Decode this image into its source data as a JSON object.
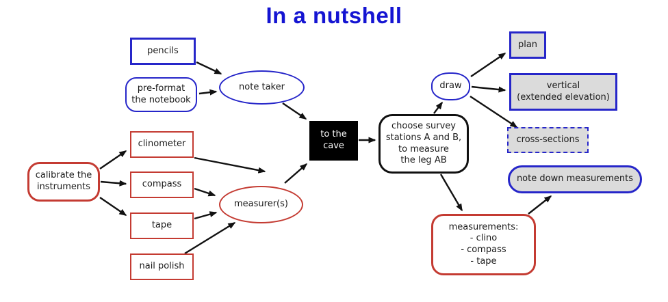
{
  "title": {
    "text": "In a nutshell"
  },
  "palette": {
    "blue_border": "#2626c9",
    "red_border": "#c43b32",
    "title_blue": "#1414d2",
    "gray_fill": "#dbdbdb",
    "black_box": "#000000",
    "arrow_black": "#111111"
  },
  "nodes": {
    "pencils": {
      "label": "pencils"
    },
    "preformat_notebook": {
      "label": "pre-format\nthe notebook"
    },
    "note_taker": {
      "label": "note taker"
    },
    "calibrate_instruments": {
      "label": "calibrate the\ninstruments"
    },
    "clinometer": {
      "label": "clinometer"
    },
    "compass": {
      "label": "compass"
    },
    "tape": {
      "label": "tape"
    },
    "nail_polish": {
      "label": "nail polish"
    },
    "measurers": {
      "label": "measurer(s)"
    },
    "to_the_cave": {
      "label": "to the\ncave"
    },
    "choose_survey": {
      "label": "choose survey\nstations A and B,\nto measure\nthe leg AB"
    },
    "draw": {
      "label": "draw"
    },
    "plan": {
      "label": "plan"
    },
    "vertical": {
      "label": "vertical\n(extended elevation)"
    },
    "cross_sections": {
      "label": "cross-sections"
    },
    "note_down_measurements": {
      "label": "note down measurements"
    },
    "measurements": {
      "label": "measurements:\n- clino\n- compass\n- tape"
    }
  },
  "edges": [
    {
      "from": "pencils",
      "to": "note_taker"
    },
    {
      "from": "preformat_notebook",
      "to": "note_taker"
    },
    {
      "from": "note_taker",
      "to": "to_the_cave"
    },
    {
      "from": "calibrate_instruments",
      "to": "clinometer"
    },
    {
      "from": "calibrate_instruments",
      "to": "compass"
    },
    {
      "from": "calibrate_instruments",
      "to": "tape"
    },
    {
      "from": "clinometer",
      "to": "measurers"
    },
    {
      "from": "compass",
      "to": "measurers"
    },
    {
      "from": "tape",
      "to": "measurers"
    },
    {
      "from": "nail_polish",
      "to": "measurers"
    },
    {
      "from": "measurers",
      "to": "to_the_cave"
    },
    {
      "from": "to_the_cave",
      "to": "choose_survey"
    },
    {
      "from": "choose_survey",
      "to": "draw"
    },
    {
      "from": "draw",
      "to": "plan"
    },
    {
      "from": "draw",
      "to": "vertical"
    },
    {
      "from": "draw",
      "to": "cross_sections"
    },
    {
      "from": "choose_survey",
      "to": "measurements"
    },
    {
      "from": "measurements",
      "to": "note_down_measurements"
    }
  ]
}
